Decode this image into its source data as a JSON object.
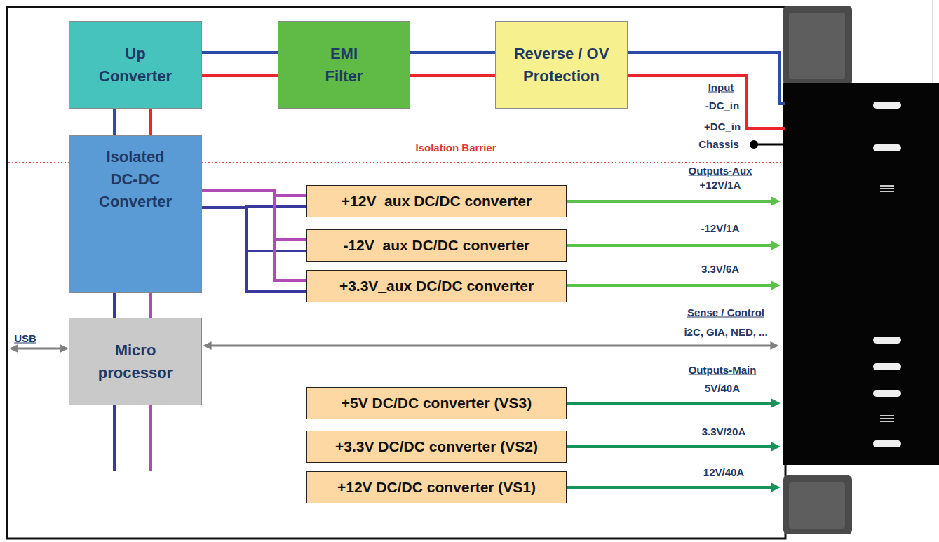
{
  "diagram": {
    "nodes": [
      {
        "text": [
          "Up Converter"
        ]
      },
      {
        "text": [
          "EMI Filter"
        ]
      },
      {
        "text": [
          "Reverse / OV Protection"
        ]
      },
      {
        "text": [
          "Isolated DC-DC Converter"
        ]
      },
      {
        "text": [
          "Micro processor"
        ]
      },
      {
        "text": [
          "+12V_aux DC/DC converter"
        ]
      },
      {
        "text": [
          "-12V_aux DC/DC converter"
        ]
      },
      {
        "text": [
          "+3.3V_aux DC/DC converter"
        ]
      },
      {
        "text": [
          "+5V DC/DC converter (VS3)"
        ]
      },
      {
        "text": [
          "+3.3V DC/DC converter (VS2)"
        ]
      },
      {
        "text": [
          "+12V DC/DC converter (VS1)"
        ]
      }
    ],
    "edges": [
      {
        "from": 2,
        "to": 1,
        "arrow": "none"
      },
      {
        "from": 1,
        "to": 0,
        "arrow": "none"
      },
      {
        "from": 0,
        "to": 3,
        "arrow": "none"
      },
      {
        "from": 3,
        "to": 4,
        "arrow": "none"
      },
      {
        "from": 3,
        "to": 5,
        "arrow": "none"
      },
      {
        "from": 3,
        "to": 6,
        "arrow": "none"
      },
      {
        "from": 3,
        "to": 7,
        "arrow": "none"
      },
      {
        "from": 3,
        "to": 8,
        "arrow": "none"
      },
      {
        "from": 3,
        "to": 9,
        "arrow": "none"
      },
      {
        "from": 3,
        "to": 10,
        "arrow": "none"
      }
    ],
    "labels": [
      "Isolation Barrier",
      "Input",
      "-DC_in",
      "+DC_in",
      "Chassis",
      "Outputs-Aux",
      "+12V/1A",
      "-12V/1A",
      "3.3V/6A",
      "Sense / Control",
      "i2C, GIA, NED, ...",
      "USB",
      "Outputs-Main",
      "5V/40A",
      "3.3V/20A",
      "12V/40A"
    ]
  }
}
